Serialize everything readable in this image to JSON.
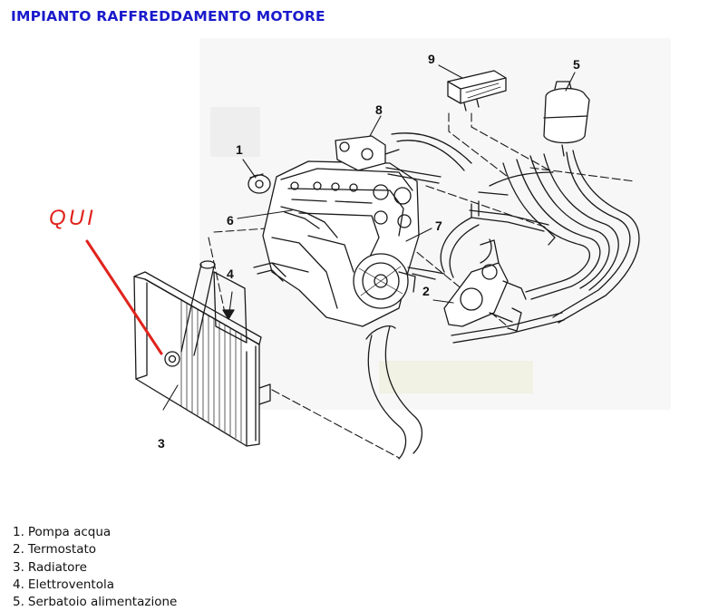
{
  "title": "IMPIANTO RAFFREDDAMENTO MOTORE",
  "annotation": "QUI",
  "callouts": [
    "1",
    "2",
    "3",
    "4",
    "5",
    "6",
    "7",
    "8",
    "9"
  ],
  "legend": [
    {
      "num": "1.",
      "label": "Pompa acqua"
    },
    {
      "num": "2.",
      "label": "Termostato"
    },
    {
      "num": "3.",
      "label": "Radiatore"
    },
    {
      "num": "4.",
      "label": "Elettroventola"
    },
    {
      "num": "5.",
      "label": "Serbatoio alimentazione"
    }
  ],
  "colors": {
    "title": "#1a1acc",
    "annotation": "#e0231c",
    "line": "#1a1a1a"
  }
}
